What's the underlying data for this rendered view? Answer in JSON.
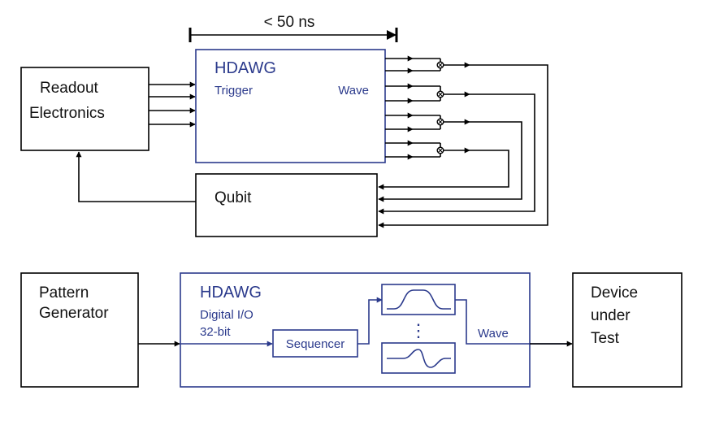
{
  "top": {
    "timing_label": "< 50 ns",
    "readout": {
      "line1": "Readout",
      "line2": "Electronics"
    },
    "hdawg": {
      "title": "HDAWG",
      "trigger_label": "Trigger",
      "wave_label": "Wave"
    },
    "qubit_label": "Qubit"
  },
  "bottom": {
    "pattern": {
      "line1": "Pattern",
      "line2": "Generator"
    },
    "hdawg": {
      "title": "HDAWG",
      "dio_line1": "Digital I/O",
      "dio_line2": "32-bit",
      "wave_label": "Wave"
    },
    "sequencer_label": "Sequencer",
    "ellipsis": "⋮",
    "dut": {
      "line1": "Device",
      "line2": "under",
      "line3": "Test"
    }
  },
  "colors": {
    "hdawg_blue": "#2b3a8c",
    "line_black": "#000000"
  }
}
